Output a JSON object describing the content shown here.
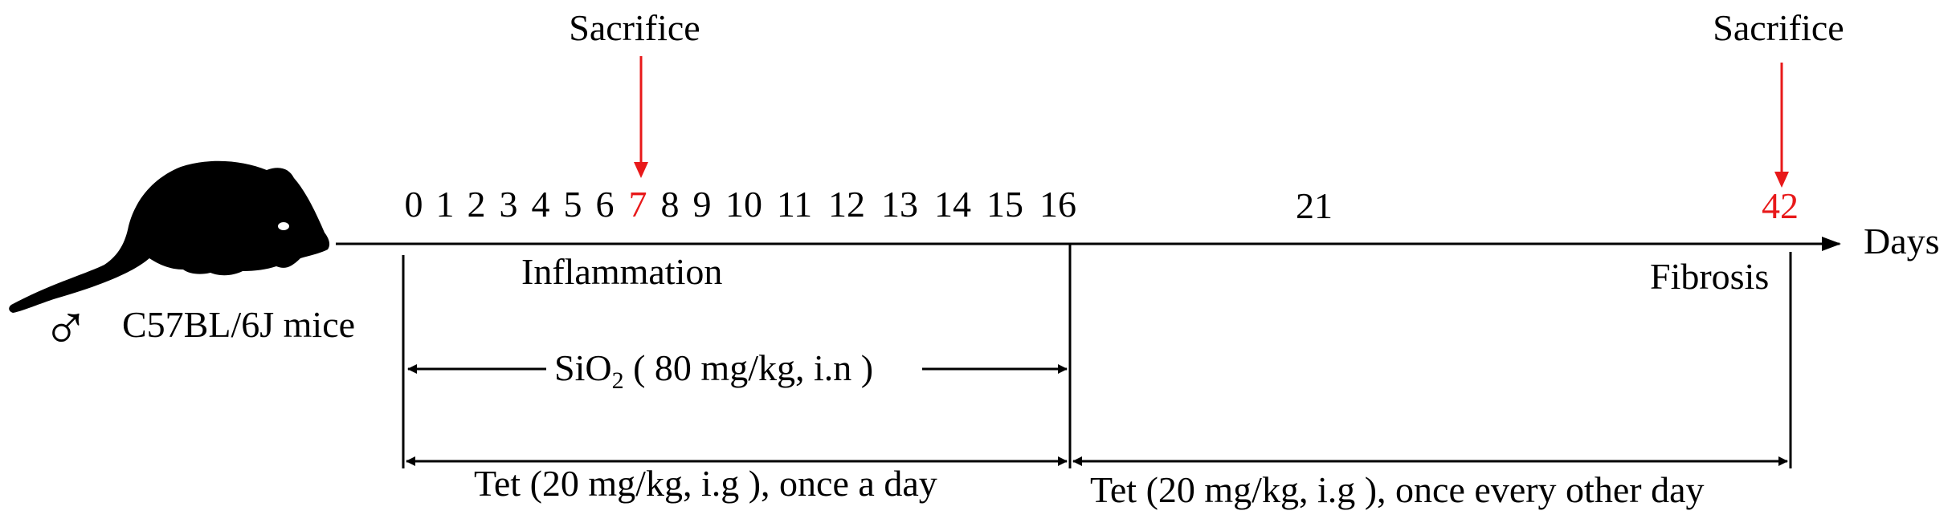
{
  "sacrifice_labels": [
    "Sacrifice",
    "Sacrifice"
  ],
  "subject": {
    "sex_symbol": "♂",
    "label": "C57BL/6J mice"
  },
  "timeline": {
    "axis_label": "Days",
    "ticks": [
      "0",
      "1",
      "2",
      "3",
      "4",
      "5",
      "6",
      "7",
      "8",
      "9",
      "10",
      "11",
      "12",
      "13",
      "14",
      "15",
      "16"
    ],
    "highlight_tick": "7",
    "day_21": "21",
    "day_42": "42"
  },
  "phases": {
    "inflammation": "Inflammation",
    "fibrosis": "Fibrosis"
  },
  "treatments": {
    "sio2_prefix": "SiO",
    "sio2_sub": "2",
    "sio2_rest": " ( 80 mg/kg, i.n )",
    "tet_daily": "Tet (20 mg/kg, i.g ), once a day",
    "tet_alternate": "Tet (20 mg/kg, i.g ), once every other day"
  },
  "colors": {
    "highlight": "#e8191a",
    "line": "#000000"
  }
}
